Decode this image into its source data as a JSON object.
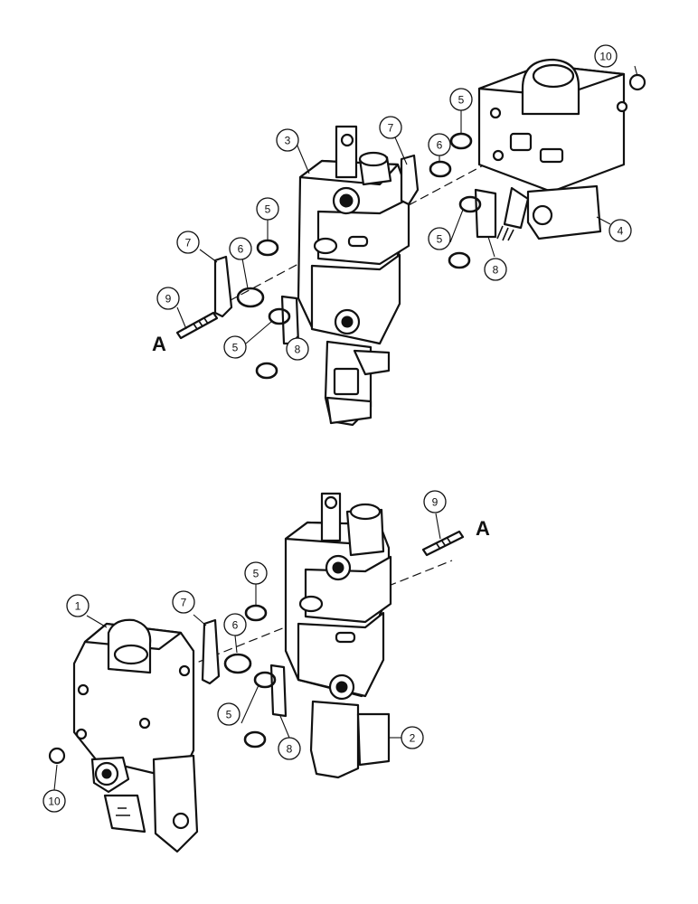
{
  "callouts": {
    "c3": "3",
    "c7_top_mid": "7",
    "c5_top_right": "5",
    "c6_top_right": "6",
    "c10_top": "10",
    "c5_top_mid": "5",
    "c7_top_left": "7",
    "c6_top_left": "6",
    "c9_top": "9",
    "c5_top_left": "5",
    "c8_top_left": "8",
    "c5_top_right_lower": "5",
    "c8_top_right": "8",
    "c4": "4",
    "c9_bottom": "9",
    "c5_bottom_top": "5",
    "c7_bottom": "7",
    "c6_bottom": "6",
    "c1": "1",
    "c5_bottom_low": "5",
    "c8_bottom": "8",
    "c2": "2",
    "c10_bottom": "10"
  },
  "refs": {
    "a_top": "A",
    "a_bottom": "A"
  }
}
